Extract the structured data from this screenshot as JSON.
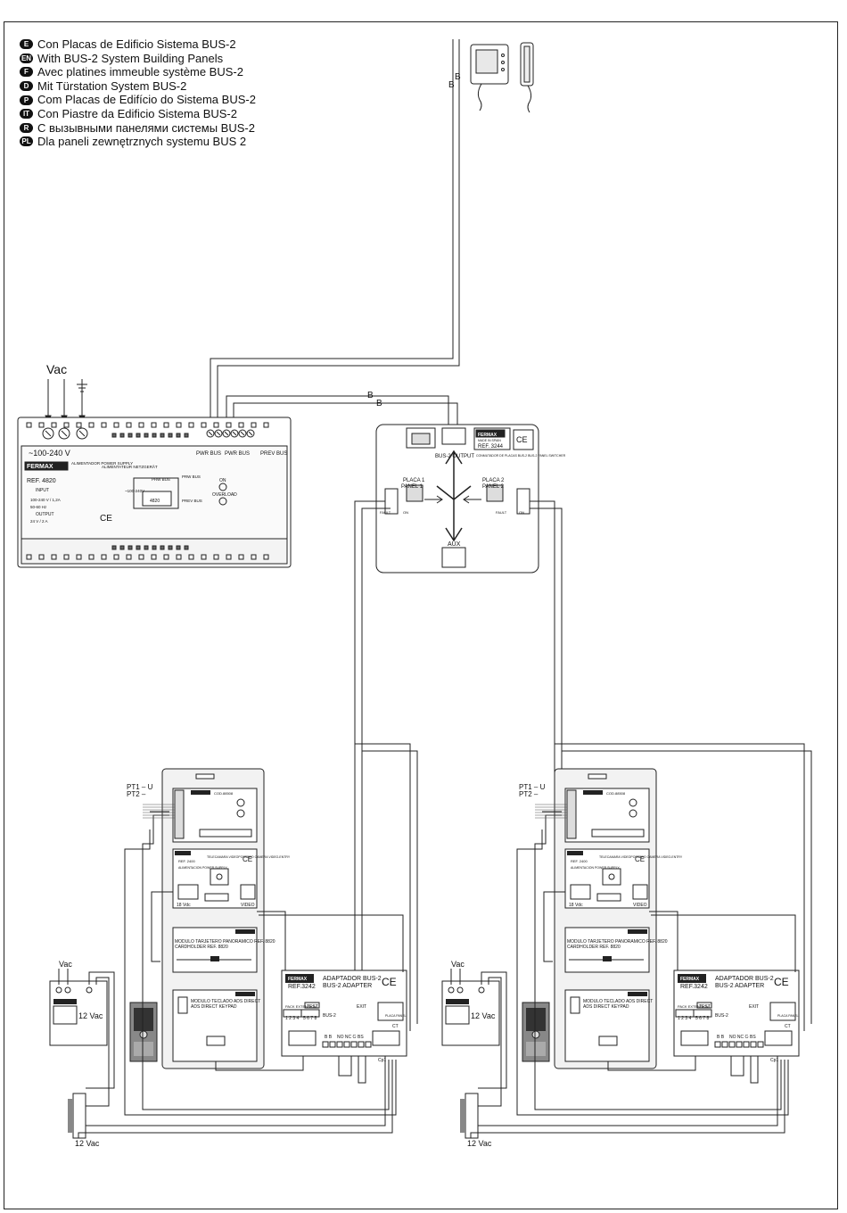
{
  "legend": [
    {
      "code": "E",
      "text": "Con Placas de Edificio Sistema BUS-2"
    },
    {
      "code": "EN",
      "text": "With BUS-2 System Building Panels"
    },
    {
      "code": "F",
      "text": "Avec platines immeuble système BUS-2"
    },
    {
      "code": "D",
      "text": "Mit Türstation System BUS-2"
    },
    {
      "code": "P",
      "text": "Com Placas de Edifício do Sistema BUS-2"
    },
    {
      "code": "IT",
      "text": "Con Piastre da Edificio Sistema BUS-2"
    },
    {
      "code": "R",
      "text": "С вызывными панелями системы BUS-2"
    },
    {
      "code": "PL",
      "text": "Dla paneli zewnętrznych systemu BUS 2"
    }
  ],
  "bus_labels": {
    "b": "B"
  },
  "power_supply": {
    "vac": "Vac",
    "mains": "~100-240  V",
    "brand": "FERMAX",
    "name": "ALIMENTADOR POWER SUPPLY",
    "name2": "ALIMENTATEUR NETZGERÄT",
    "ref": "REF. 4820",
    "input": "INPUT",
    "input_spec": "100-240 V / 1,2A",
    "freq": "50-60 Hz",
    "output": "OUTPUT",
    "output_spec": "24 V / 2 A",
    "pwr_bus": "PWR BUS",
    "pwr_bus2": "PWR BUS",
    "prev_bus": "PREV BUS",
    "prw_bus": "PRW BUS",
    "prw_bus2": "PRW BUS",
    "prev_bus2": "PREV BUS",
    "module": "4820",
    "ac": "~100-240V",
    "on": "ON",
    "overload": "OVERLOAD",
    "ce": "CE"
  },
  "switcher": {
    "brand": "FERMAX",
    "made": "MADE IN SPAIN",
    "ref": "REF. 3244",
    "desc": "CONMUTADOR DE PLACAS BUS-2 BUS-2 PANEL SWITCHER",
    "bus_output": "BUS-2 OUTPUT",
    "panel1": "PLACA 1",
    "panel1b": "PANEL 1",
    "panel2": "PLACA 2",
    "panel2b": "PANEL 2",
    "aux": "AUX",
    "fault": "FAULT",
    "on": "ON",
    "ce": "CE"
  },
  "door_panels": [
    {
      "pt1": "PT1 – U",
      "pt2": "PT2 –",
      "amp_ref": "COD.88508",
      "psu_ref": "REF. 2400",
      "psu_name": "ALIMENTACION POWER SUPPLY",
      "cam": "TELECAMARA VIDEOPORTERO CAMERA VIDEO-ENTRY",
      "vdc": "18 Vdc",
      "video": "VIDEO",
      "card": "MODULO TARJETERO PANORAMICO REF. 8820",
      "card2": "CARDHOLDER REF. 8820",
      "keypad": "MODULO TECLADO ADS DIRECT",
      "keypad2": "ADS DIRECT KEYPAD",
      "ce": "CE",
      "adapter_brand": "FERMAX",
      "adapter_ref": "REF.3242",
      "adapter_name": "ADAPTADOR BUS-2",
      "adapter_name2": "BUS-2 ADAPTER",
      "pack": "PACK EXTENSION",
      "test": "TEST",
      "dip1": "1 2 3 4",
      "dip2": "5 6 7 8",
      "bus2": "BUS-2",
      "exit": "EXIT",
      "placa": "PLACA PANEL",
      "bb": "B B",
      "no_nc_c": "NO NC C",
      "bs": "- BS",
      "ct": "CT",
      "cp": "Cp1",
      "psu_vac": "Vac",
      "psu_out": "12 Vac",
      "lock_vac": "12 Vac"
    },
    {
      "pt1": "PT1 – U",
      "pt2": "PT2 –",
      "amp_ref": "COD.88508",
      "psu_ref": "REF. 2400",
      "psu_name": "ALIMENTACION POWER SUPPLY",
      "cam": "TELECAMARA VIDEOPORTERO CAMERA VIDEO-ENTRY",
      "vdc": "18 Vdc",
      "video": "VIDEO",
      "card": "MODULO TARJETERO PANORAMICO REF. 8820",
      "card2": "CARDHOLDER REF. 8820",
      "keypad": "MODULO TECLADO ADS DIRECT",
      "keypad2": "ADS DIRECT KEYPAD",
      "ce": "CE",
      "adapter_brand": "FERMAX",
      "adapter_ref": "REF.3242",
      "adapter_name": "ADAPTADOR BUS-2",
      "adapter_name2": "BUS-2 ADAPTER",
      "pack": "PACK EXTENSION",
      "test": "TEST",
      "dip1": "1 2 3 4",
      "dip2": "5 6 7 8",
      "bus2": "BUS-2",
      "exit": "EXIT",
      "placa": "PLACA PANEL",
      "bb": "B B",
      "no_nc_c": "NO NC C",
      "bs": "- BS",
      "ct": "CT",
      "cp": "Cp1",
      "psu_vac": "Vac",
      "psu_out": "12 Vac",
      "lock_vac": "12 Vac"
    }
  ]
}
